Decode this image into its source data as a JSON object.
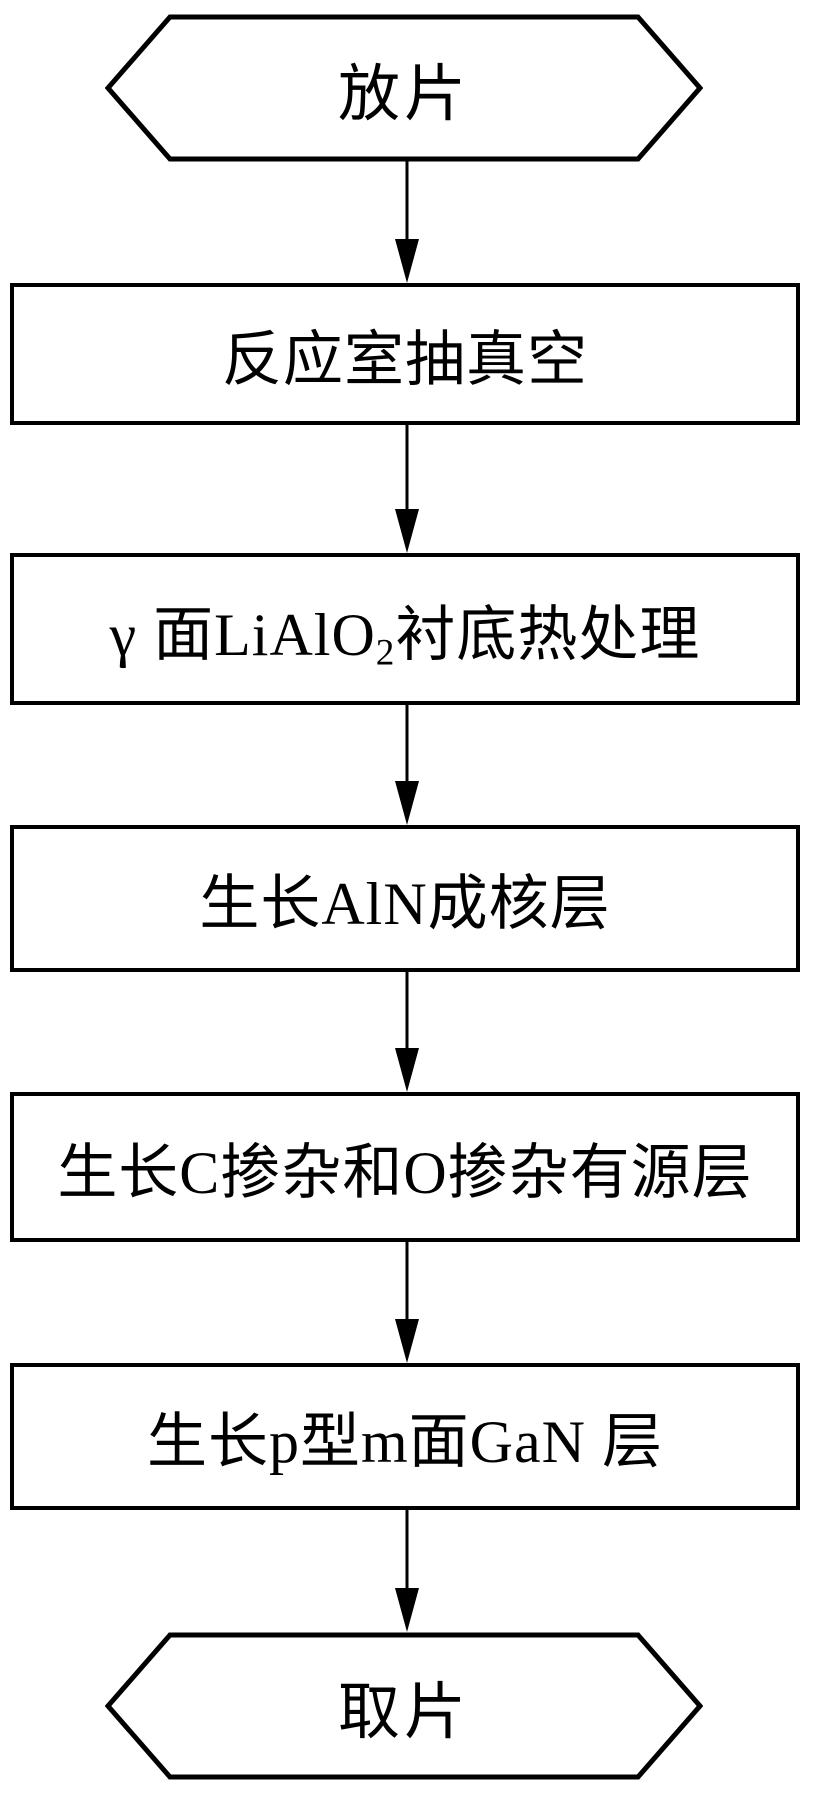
{
  "flowchart": {
    "title": "m-plane GaN growth process flow",
    "colors": {
      "stroke": "#000000",
      "background": "#ffffff",
      "text": "#000000"
    },
    "start": {
      "shape": "hexagon",
      "label": "放片"
    },
    "steps": [
      {
        "shape": "rectangle",
        "label": "反应室抽真空"
      },
      {
        "shape": "rectangle",
        "label_pre": "γ 面LiAlO",
        "label_sub": "2",
        "label_post": "衬底热处理"
      },
      {
        "shape": "rectangle",
        "label": "生长AlN成核层"
      },
      {
        "shape": "rectangle",
        "label": "生长C掺杂和O掺杂有源层"
      },
      {
        "shape": "rectangle",
        "label": "生长p型m面GaN 层"
      }
    ],
    "end": {
      "shape": "hexagon",
      "label": "取片"
    }
  }
}
